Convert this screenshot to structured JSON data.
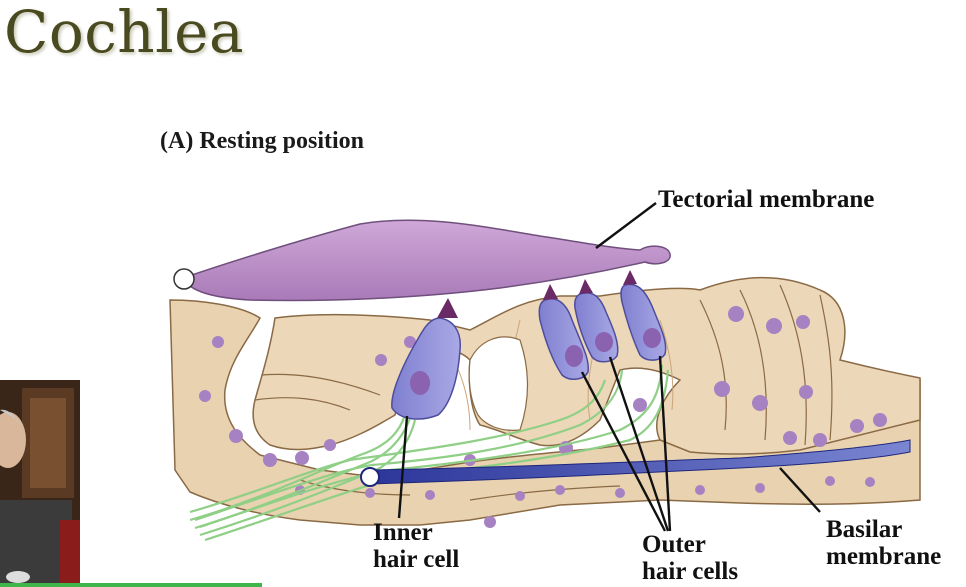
{
  "slide": {
    "title": "Cochlea",
    "subtitle": "(A)  Resting position"
  },
  "labels": {
    "tectorial": "Tectorial membrane",
    "inner_line1": "Inner",
    "inner_line2": "hair cell",
    "outer_line1": "Outer",
    "outer_line2": "hair cells",
    "basilar_line1": "Basilar",
    "basilar_line2": "membrane"
  },
  "colors": {
    "tectorial_membrane": "#b98cc4",
    "hair_cells": "#8f8fd8",
    "supporting_tissue": "#e9d3b3",
    "nuclei": "#a682c2",
    "nerve_fibers": "#8fcf86",
    "basilar_membrane": "#2f3da0"
  }
}
